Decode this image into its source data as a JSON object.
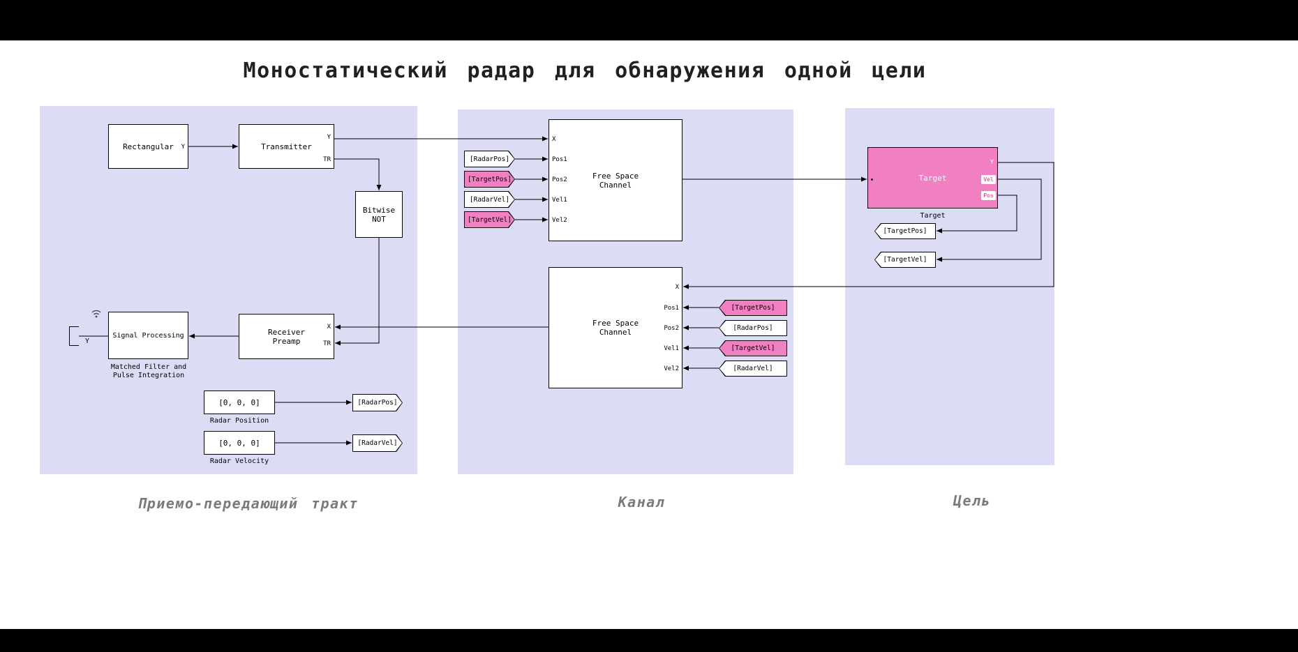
{
  "title": "Моностатический радар для обнаружения одной цели",
  "regions": {
    "transceiver_label": "Приемо-передающий тракт",
    "channel_label": "Канал",
    "target_label": "Цель"
  },
  "blocks": {
    "rectangular": {
      "label": "Rectangular",
      "port_y": "Y"
    },
    "transmitter": {
      "label": "Transmitter",
      "port_y": "Y",
      "port_tr": "TR"
    },
    "bitwise_not": {
      "line1": "Bitwise",
      "line2": "NOT"
    },
    "receiver_preamp": {
      "line1": "Receiver",
      "line2": "Preamp",
      "port_x": "X",
      "port_tr": "TR"
    },
    "signal_processing": {
      "label": "Signal Processing",
      "caption1": "Matched Filter and",
      "caption2": "Pulse Integration",
      "output_signal": "Y"
    },
    "radar_position": {
      "value": "[0, 0, 0]",
      "caption": "Radar Position"
    },
    "radar_velocity": {
      "value": "[0, 0, 0]",
      "caption": "Radar Velocity"
    },
    "free_space_forward": {
      "line1": "Free Space",
      "line2": "Channel",
      "port_x": "X",
      "port_pos1": "Pos1",
      "port_pos2": "Pos2",
      "port_vel1": "Vel1",
      "port_vel2": "Vel2"
    },
    "free_space_return": {
      "line1": "Free Space",
      "line2": "Channel",
      "port_x": "X",
      "port_pos1": "Pos1",
      "port_pos2": "Pos2",
      "port_vel1": "Vel1",
      "port_vel2": "Vel2"
    },
    "target": {
      "label": "Target",
      "caption": "Target",
      "port_y": "Y",
      "port_vel": "Vel",
      "port_pos": "Pos"
    }
  },
  "tags": {
    "radar_pos": "[RadarPos]",
    "radar_vel": "[RadarVel]",
    "target_pos": "[TargetPos]",
    "target_vel": "[TargetVel]"
  },
  "colors": {
    "background": "#000000",
    "canvas": "#ffffff",
    "region_fill": "#dcdcf5",
    "pink_accent": "#f080c1",
    "region_label_gray": "#7a7a7a",
    "title_color": "#202020"
  }
}
